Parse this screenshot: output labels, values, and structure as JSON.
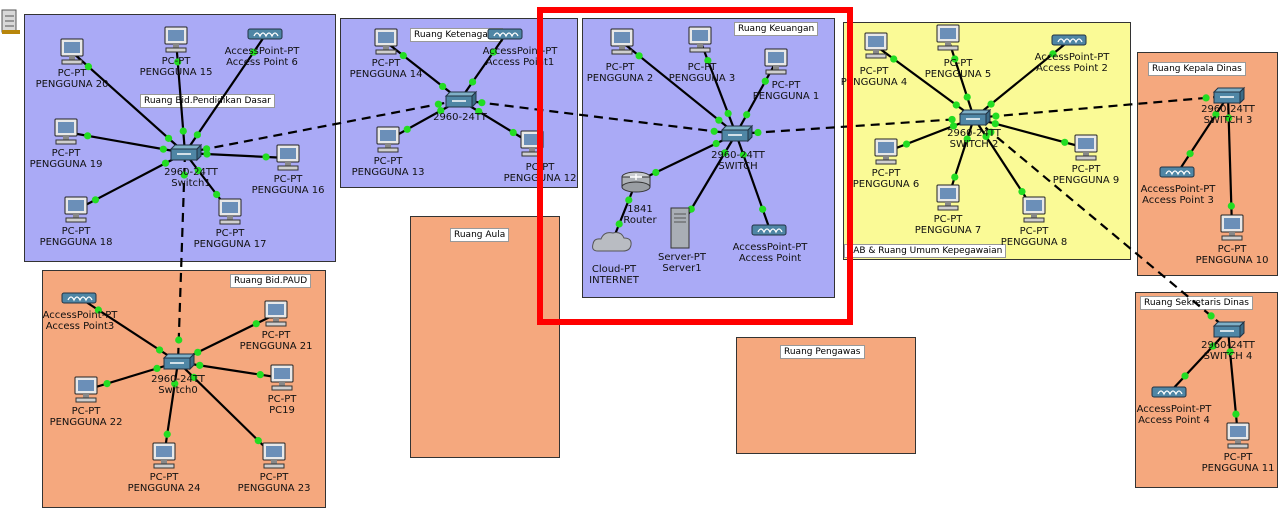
{
  "rooms": {
    "pendidikan": "Ruang Bid.Pendidikan Dasar",
    "ketenagaan": "Ruang Ketenagaan",
    "keuangan": "Ruang Keuangan",
    "kepegawaian": "LAB & Ruang Umum Kepegawaian",
    "kepala": "Ruang Kepala Dinas",
    "paud": "Ruang Bid.PAUD",
    "aula": "Ruang Aula",
    "pengawas": "Ruang Pengawas",
    "sekretaris": "Ruang Sekretaris Dinas"
  },
  "colors": {
    "purple_room": "#aaaaf6",
    "yellow_room": "#fafa96",
    "orange_room": "#f5a87e",
    "highlight": "#ff0000",
    "port": "#22dd22"
  },
  "devices": {
    "p20": [
      "PC-PT",
      "PENGGUNA 20"
    ],
    "p15": [
      "PC-PT",
      "PENGGUNA 15"
    ],
    "ap6": [
      "AccessPoint-PT",
      "Access Point 6"
    ],
    "p19": [
      "PC-PT",
      "PENGGUNA 19"
    ],
    "sw1": [
      "2960-24TT",
      "Switch1"
    ],
    "p16": [
      "PC-PT",
      "PENGGUNA 16"
    ],
    "p18": [
      "PC-PT",
      "PENGGUNA 18"
    ],
    "p17": [
      "PC-PT",
      "PENGGUNA 17"
    ],
    "p14": [
      "PC-PT",
      "PENGGUNA 14"
    ],
    "ap1": [
      "AccessPoint-PT",
      "Access Point1"
    ],
    "swk": [
      "2960-24TT",
      ""
    ],
    "p13": [
      "PC-PT",
      "PENGGUNA 13"
    ],
    "p12": [
      "PC-PT",
      "PENGGUNA 12"
    ],
    "p2": [
      "PC-PT",
      "PENGGUNA 2"
    ],
    "p3": [
      "PC-PT",
      "PENGGUNA 3"
    ],
    "p1": [
      "PC-PT",
      "PENGGUNA 1"
    ],
    "swm": [
      "2960-24TT",
      "SWITCH"
    ],
    "rtr": [
      "1841",
      "Router"
    ],
    "cloud": [
      "Cloud-PT",
      "INTERNET"
    ],
    "srv": [
      "Server-PT",
      "Server1"
    ],
    "ap": [
      "AccessPoint-PT",
      "Access Point"
    ],
    "p4": [
      "PC-PT",
      "PENGGUNA 4"
    ],
    "p5": [
      "PC-PT",
      "PENGGUNA 5"
    ],
    "ap2": [
      "AccessPoint-PT",
      "Access Point 2"
    ],
    "sw2": [
      "2960-24TT",
      "SWITCH 2"
    ],
    "p6": [
      "PC-PT",
      "PENGGUNA 6"
    ],
    "p7": [
      "PC-PT",
      "PENGGUNA 7"
    ],
    "p8": [
      "PC-PT",
      "PENGGUNA 8"
    ],
    "p9": [
      "PC-PT",
      "PENGGUNA 9"
    ],
    "sw3": [
      "2960-24TT",
      "SWITCH 3"
    ],
    "ap3": [
      "AccessPoint-PT",
      "Access Point 3"
    ],
    "p10": [
      "PC-PT",
      "PENGGUNA 10"
    ],
    "sw4": [
      "2960-24TT",
      "SWITCH 4"
    ],
    "ap4": [
      "AccessPoint-PT",
      "Access Point 4"
    ],
    "p11": [
      "PC-PT",
      "PENGGUNA 11"
    ],
    "apx": [
      "AccessPoint-PT",
      "Access Point3"
    ],
    "p21": [
      "PC-PT",
      "PENGGUNA 21"
    ],
    "sw0": [
      "2960-24TT",
      "Switch0"
    ],
    "p22": [
      "PC-PT",
      "PENGGUNA 22"
    ],
    "pc19": [
      "PC-PT",
      "PC19"
    ],
    "p24": [
      "PC-PT",
      "PENGGUNA 24"
    ],
    "p23": [
      "PC-PT",
      "PENGGUNA 23"
    ]
  },
  "links": [
    [
      "sw1",
      "p20",
      "solid"
    ],
    [
      "sw1",
      "p15",
      "solid"
    ],
    [
      "sw1",
      "ap6",
      "solid"
    ],
    [
      "sw1",
      "p19",
      "solid"
    ],
    [
      "sw1",
      "p16",
      "solid"
    ],
    [
      "sw1",
      "p18",
      "solid"
    ],
    [
      "sw1",
      "p17",
      "solid"
    ],
    [
      "swk",
      "p14",
      "solid"
    ],
    [
      "swk",
      "ap1",
      "solid"
    ],
    [
      "swk",
      "p13",
      "solid"
    ],
    [
      "swk",
      "p12",
      "solid"
    ],
    [
      "swm",
      "p2",
      "solid"
    ],
    [
      "swm",
      "p3",
      "solid"
    ],
    [
      "swm",
      "p1",
      "solid"
    ],
    [
      "swm",
      "rtr",
      "solid"
    ],
    [
      "swm",
      "srv",
      "solid"
    ],
    [
      "swm",
      "ap",
      "solid"
    ],
    [
      "rtr",
      "cloud",
      "solid"
    ],
    [
      "sw2",
      "p4",
      "solid"
    ],
    [
      "sw2",
      "p5",
      "solid"
    ],
    [
      "sw2",
      "ap2",
      "solid"
    ],
    [
      "sw2",
      "p6",
      "solid"
    ],
    [
      "sw2",
      "p7",
      "solid"
    ],
    [
      "sw2",
      "p8",
      "solid"
    ],
    [
      "sw2",
      "p9",
      "solid"
    ],
    [
      "sw3",
      "ap3",
      "solid"
    ],
    [
      "sw3",
      "p10",
      "solid"
    ],
    [
      "sw4",
      "ap4",
      "solid"
    ],
    [
      "sw4",
      "p11",
      "solid"
    ],
    [
      "sw0",
      "apx",
      "solid"
    ],
    [
      "sw0",
      "p21",
      "solid"
    ],
    [
      "sw0",
      "p22",
      "solid"
    ],
    [
      "sw0",
      "pc19",
      "solid"
    ],
    [
      "sw0",
      "p24",
      "solid"
    ],
    [
      "sw0",
      "p23",
      "solid"
    ],
    [
      "sw1",
      "swk",
      "dashed"
    ],
    [
      "swk",
      "swm",
      "dashed"
    ],
    [
      "swm",
      "sw2",
      "dashed"
    ],
    [
      "sw2",
      "sw3",
      "dashed"
    ],
    [
      "sw2",
      "sw4",
      "dashed"
    ],
    [
      "sw1",
      "sw0",
      "dashed"
    ]
  ]
}
